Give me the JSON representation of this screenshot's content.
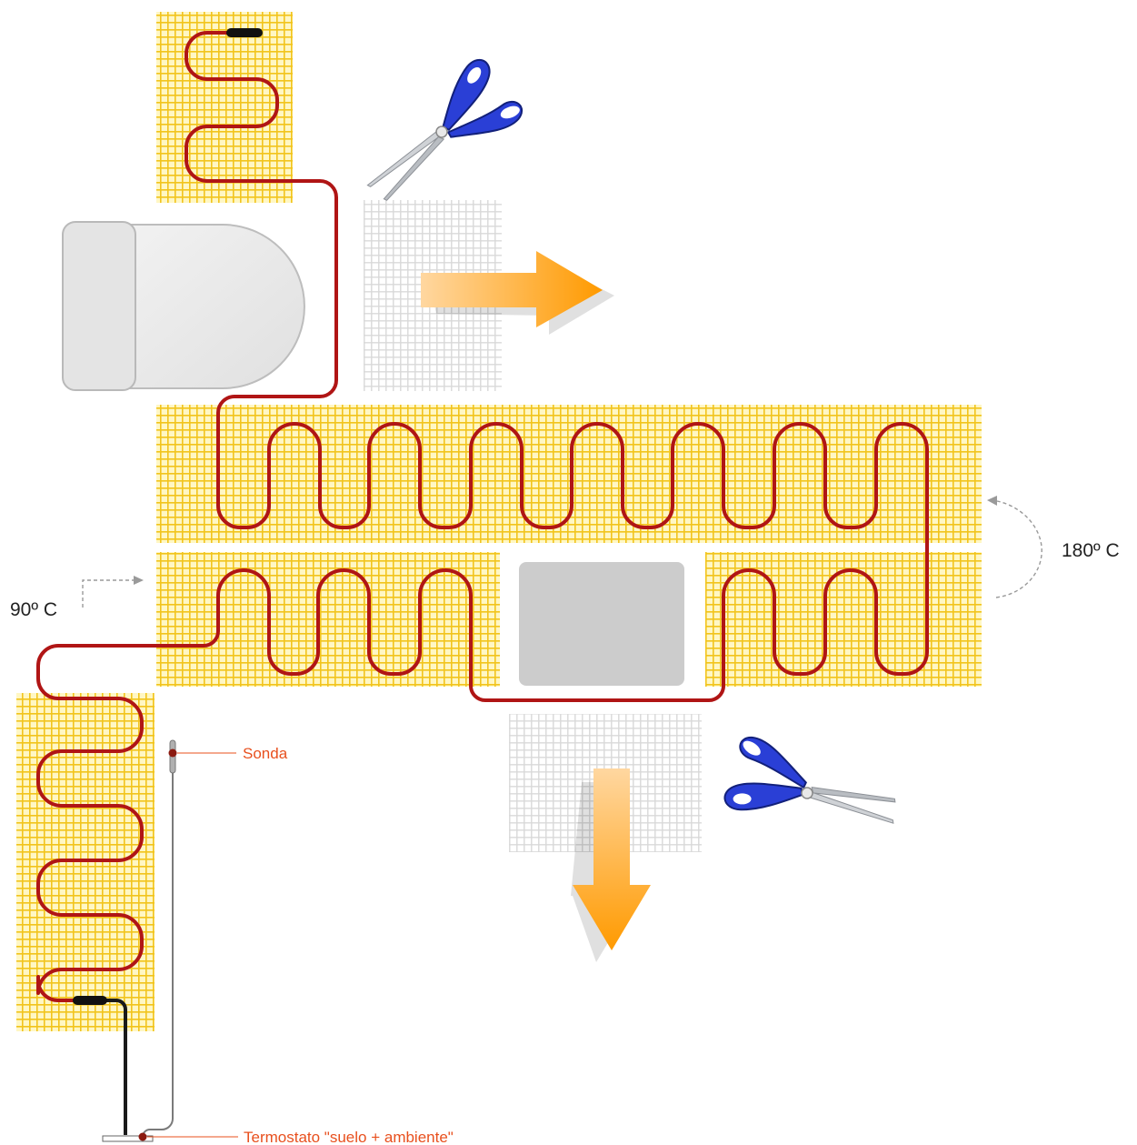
{
  "labels": {
    "angle_90": "90º C",
    "angle_180": "180º C",
    "probe": "Sonda",
    "thermostat": "Termostato \"suelo + ambiente\""
  },
  "colors": {
    "mesh_bg": "#fff3a8",
    "mesh_line": "#f3c21a",
    "mesh_offcut_line": "#d8d8d8",
    "cable": "#b01515",
    "cold_lead": "#1a1a1a",
    "arrow_orange": "#ff9d00",
    "arrow_light": "#ffd9a0",
    "scissor_handle": "#2a3fd6",
    "label_orange": "#e8501e",
    "probe_wire": "#7a7a7a",
    "obstacle_gray": "#cccccc",
    "toilet_gray": "#e6e6e6"
  },
  "icons": [
    "scissors-icon",
    "arrow-right-icon",
    "arrow-down-icon",
    "toilet-shape",
    "dashed-rotate-arrow-icon"
  ]
}
